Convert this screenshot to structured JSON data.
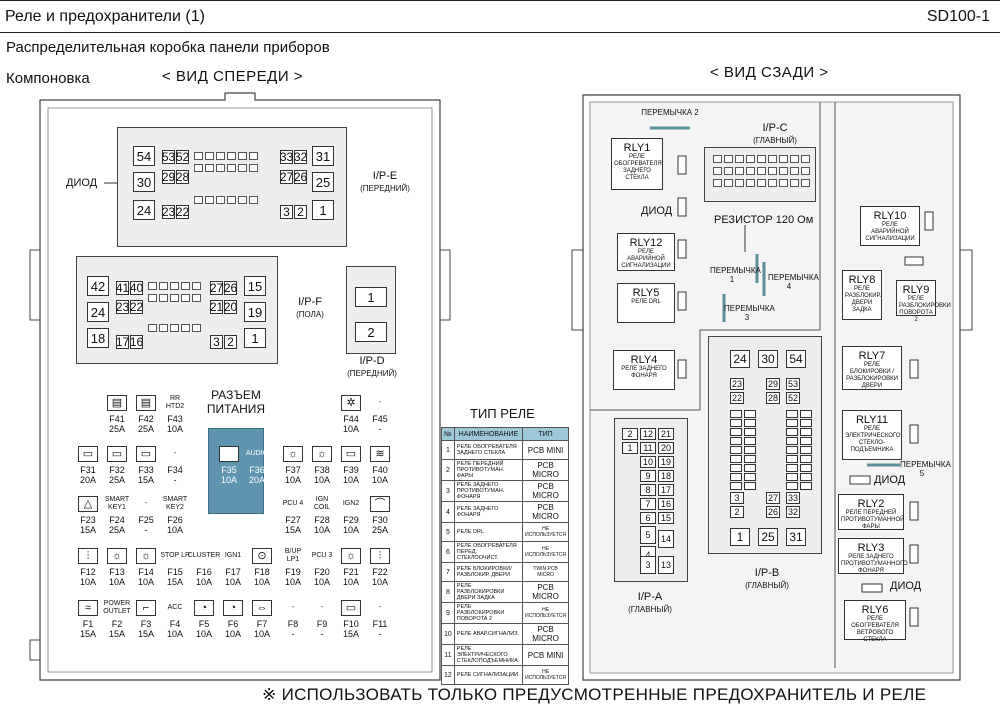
{
  "header": {
    "title": "Реле и предохранители (1)",
    "code": "SD100-1"
  },
  "subtitle": "Распределительная коробка  панели приборов",
  "layout_label": "Компоновка",
  "front": {
    "title": "< ВИД СПЕРЕДИ >",
    "diode": "ДИОД",
    "ip_e": {
      "name": "I/P-E",
      "sub": "(ПЕРЕДНИЙ)",
      "cells": {
        "c54": "54",
        "c53": "53",
        "c52": "52",
        "c33": "33",
        "c32": "32",
        "c31": "31",
        "c30": "30",
        "c29": "29",
        "c28": "28",
        "c27": "27",
        "c26": "26",
        "c25": "25",
        "c24": "24",
        "c23": "23",
        "c22": "22",
        "c3": "3",
        "c2": "2",
        "c1": "1"
      }
    },
    "ip_f": {
      "name": "I/P-F",
      "sub": "(ПОЛА)",
      "cells": {
        "c42": "42",
        "c41": "41",
        "c40": "40",
        "c27": "27",
        "c26": "26",
        "c15": "15",
        "c24": "24",
        "c23": "23",
        "c22": "22",
        "c21": "21",
        "c20": "20",
        "c19": "19",
        "c18": "18",
        "c17": "17",
        "c16": "16",
        "c3": "3",
        "c2": "2",
        "c1": "1"
      }
    },
    "ip_d": {
      "name": "I/P-D",
      "sub": "(ПЕРЕДНИЙ)",
      "c1": "1",
      "c2": "2"
    },
    "power_connector": "РАЗЪЕМ ПИТАНИЯ",
    "fuses": [
      {
        "id": "F41",
        "amp": "25A",
        "sym": "",
        "icon": "window-icon"
      },
      {
        "id": "F42",
        "amp": "25A",
        "sym": "",
        "icon": "window-icon"
      },
      {
        "id": "F43",
        "amp": "10A",
        "sym": "RR HTD2",
        "icon": ""
      },
      {
        "id": "F44",
        "amp": "10A",
        "sym": "",
        "icon": "light-icon"
      },
      {
        "id": "F45",
        "amp": "",
        "sym": "-",
        "icon": ""
      },
      {
        "id": "F31",
        "amp": "20A",
        "sym": "",
        "icon": "fuse-icon"
      },
      {
        "id": "F32",
        "amp": "25A",
        "sym": "",
        "icon": "fuse-icon"
      },
      {
        "id": "F33",
        "amp": "15A",
        "sym": "",
        "icon": "fuse-icon"
      },
      {
        "id": "F34",
        "amp": "",
        "sym": "-",
        "icon": ""
      },
      {
        "id": "F35",
        "amp": "10A",
        "sym": "",
        "icon": "lamp-icon"
      },
      {
        "id": "F36",
        "amp": "20A",
        "sym": "AUDIO",
        "icon": ""
      },
      {
        "id": "F37",
        "amp": "10A",
        "sym": "",
        "icon": "lamp-icon"
      },
      {
        "id": "F38",
        "amp": "10A",
        "sym": "",
        "icon": "lamp-icon"
      },
      {
        "id": "F39",
        "amp": "10A",
        "sym": "",
        "icon": "fuse-icon"
      },
      {
        "id": "F40",
        "amp": "10A",
        "sym": "",
        "icon": "heat-icon"
      },
      {
        "id": "F23",
        "amp": "15A",
        "sym": "",
        "icon": "hazard-icon"
      },
      {
        "id": "F24",
        "amp": "25A",
        "sym": "SMART KEY1",
        "icon": ""
      },
      {
        "id": "F25",
        "amp": "",
        "sym": "-",
        "icon": ""
      },
      {
        "id": "F26",
        "amp": "10A",
        "sym": "SMART KEY2",
        "icon": ""
      },
      {
        "id": "F27",
        "amp": "15A",
        "sym": "PCU 4",
        "icon": ""
      },
      {
        "id": "F28",
        "amp": "10A",
        "sym": "IGN COIL",
        "icon": ""
      },
      {
        "id": "F29",
        "amp": "10A",
        "sym": "IGN2",
        "icon": ""
      },
      {
        "id": "F30",
        "amp": "25A",
        "sym": "",
        "icon": "wiper-icon"
      },
      {
        "id": "F12",
        "amp": "10A",
        "sym": "",
        "icon": "fog-icon"
      },
      {
        "id": "F13",
        "amp": "10A",
        "sym": "",
        "icon": "lamp-icon"
      },
      {
        "id": "F14",
        "amp": "10A",
        "sym": "",
        "icon": "lamp-icon"
      },
      {
        "id": "F15",
        "amp": "15A",
        "sym": "STOP LP",
        "icon": ""
      },
      {
        "id": "F16",
        "amp": "10A",
        "sym": "CLUSTER",
        "icon": ""
      },
      {
        "id": "F17",
        "amp": "10A",
        "sym": "IGN1",
        "icon": ""
      },
      {
        "id": "F18",
        "amp": "10A",
        "sym": "",
        "icon": "abs-icon"
      },
      {
        "id": "F19",
        "amp": "10A",
        "sym": "B/UP LP1",
        "icon": ""
      },
      {
        "id": "F20",
        "amp": "10A",
        "sym": "PCU 3",
        "icon": ""
      },
      {
        "id": "F21",
        "amp": "10A",
        "sym": "",
        "icon": "lamp-icon"
      },
      {
        "id": "F22",
        "amp": "10A",
        "sym": "",
        "icon": "fog-icon"
      },
      {
        "id": "F1",
        "amp": "15A",
        "sym": "",
        "icon": "defrost-icon"
      },
      {
        "id": "F2",
        "amp": "15A",
        "sym": "POWER OUTLET",
        "icon": ""
      },
      {
        "id": "F3",
        "amp": "15A",
        "sym": "",
        "icon": "seat-icon"
      },
      {
        "id": "F4",
        "amp": "10A",
        "sym": "ACC",
        "icon": ""
      },
      {
        "id": "F5",
        "amp": "10A",
        "sym": "",
        "icon": "airbag-icon"
      },
      {
        "id": "F6",
        "amp": "10A",
        "sym": "",
        "icon": "airbag-icon"
      },
      {
        "id": "F7",
        "amp": "10A",
        "sym": "",
        "icon": "turn-icon"
      },
      {
        "id": "F8",
        "amp": "",
        "sym": "-",
        "icon": ""
      },
      {
        "id": "F9",
        "amp": "",
        "sym": "-",
        "icon": ""
      },
      {
        "id": "F10",
        "amp": "15A",
        "sym": "",
        "icon": "mirror-icon"
      },
      {
        "id": "F11",
        "amp": "",
        "sym": "-",
        "icon": ""
      }
    ]
  },
  "relay_types": {
    "title": "ТИП РЕЛЕ",
    "headers": [
      "№",
      "НАИМЕНОВАНИЕ",
      "ТИП"
    ],
    "rows": [
      {
        "n": "1",
        "name": "РЕЛЕ ОБОГРЕВАТЕЛЯ ЗАДНЕГО СТЕКЛА",
        "type": "PCB MINI"
      },
      {
        "n": "2",
        "name": "РЕЛЕ ПЕРЕДНИЙ ПРОТИВОТУМАН. ФАРЫ",
        "type": "PCB MICRO"
      },
      {
        "n": "3",
        "name": "РЕЛЕ ЗАДНЕГО ПРОТИВОТУМАН. ФОНАРЯ",
        "type": "PCB MICRO"
      },
      {
        "n": "4",
        "name": "РЕЛЕ ЗАДНЕГО ФОНАРЯ",
        "type": "PCB MICRO"
      },
      {
        "n": "5",
        "name": "РЕЛЕ DRL",
        "type": "НЕ ИСПОЛЬЗУЕТСЯ"
      },
      {
        "n": "6",
        "name": "РЕЛЕ ОБОГРЕВАТЕЛЯ ПЕРЕД. СТЕКЛООЧИСТ.",
        "type": "НЕ ИСПОЛЬЗУЕТСЯ"
      },
      {
        "n": "7",
        "name": "РЕЛЕ БЛОКИРОВКИ/ РАЗБЛОКИР. ДВЕРИ",
        "type": "TWIN PCB MICRO"
      },
      {
        "n": "8",
        "name": "РЕЛЕ РАЗБЛОКИРОВКИ ДВЕРИ ЗАДКА",
        "type": "PCB MICRO"
      },
      {
        "n": "9",
        "name": "РЕЛЕ РАЗБЛОКИРОВКИ ПОВОРОТА 2",
        "type": "НЕ ИСПОЛЬЗУЕТСЯ"
      },
      {
        "n": "10",
        "name": "РЕЛЕ АВАР.СИГНАЛИЗ.",
        "type": "PCB MICRO"
      },
      {
        "n": "11",
        "name": "РЕЛЕ ЭЛЕКТРИЧЕСКОГО СТЕКЛОПОДЪЕМНИКА",
        "type": "PCB MINI"
      },
      {
        "n": "12",
        "name": "РЕЛЕ СИГНАЛИЗАЦИИ",
        "type": "НЕ ИСПОЛЬЗУЕТСЯ"
      }
    ]
  },
  "rear": {
    "title": "< ВИД СЗАДИ >",
    "jumper2": "ПЕРЕМЫЧКА 2",
    "jumper1": "ПЕРЕМЫЧКА 1",
    "jumper4": "ПЕРЕМЫЧКА 4",
    "jumper3": "ПЕРЕМЫЧКА 3",
    "jumper5": "ПЕРЕМЫЧКА 5",
    "ip_c": {
      "name": "I/P-C",
      "sub": "(ГЛАВНЫЙ)"
    },
    "resistor": "РЕЗИСТОР 120 Ом",
    "diode": "ДИОД",
    "relays": [
      {
        "id": "RLY1",
        "desc": "РЕЛЕ ОБОГРЕВАТЕЛЯ ЗАДНЕГО СТЕКЛА"
      },
      {
        "id": "RLY12",
        "desc": "РЕЛЕ АВАРИЙНОЙ СИГНАЛИЗАЦИИ"
      },
      {
        "id": "RLY5",
        "desc": "РЕЛЕ DRL"
      },
      {
        "id": "RLY4",
        "desc": "РЕЛЕ ЗАДНЕГО ФОНАРЯ"
      },
      {
        "id": "RLY10",
        "desc": "РЕЛЕ АВАРИЙНОЙ СИГНАЛИЗАЦИИ"
      },
      {
        "id": "RLY8",
        "desc": "РЕЛЕ РАЗБЛОКИР. ДВЕРИ ЗАДКА"
      },
      {
        "id": "RLY9",
        "desc": "РЕЛЕ РАЗБЛОКИРОВКИ ПОВОРОТА 2"
      },
      {
        "id": "RLY7",
        "desc": "РЕЛЕ БЛОКИРОВКИ / РАЗБЛОКИРОВКИ ДВЕРИ"
      },
      {
        "id": "RLY11",
        "desc": "РЕЛЕ ЭЛЕКТРИЧЕСКОГО СТЕКЛО-ПОДЪЕМНИКА"
      },
      {
        "id": "RLY2",
        "desc": "РЕЛЕ ПЕРЕДНЕЙ ПРОТИВОТУМАННОЙ ФАРЫ"
      },
      {
        "id": "RLY3",
        "desc": "РЕЛЕ ЗАДНЕГО ПРОТИВОТУМАННОГО ФОНАРЯ"
      },
      {
        "id": "RLY6",
        "desc": "РЕЛЕ ОБОГРЕВАТЕЛЯ ВЕТРОВОГО СТЕКЛА"
      }
    ],
    "ip_b": {
      "name": "I/P-B",
      "sub": "(ГЛАВНЫЙ)",
      "cells": {
        "c24": "24",
        "c30": "30",
        "c54": "54",
        "c23": "23",
        "c29": "29",
        "c53": "53",
        "c22": "22",
        "c28": "28",
        "c52": "52",
        "c3": "3",
        "c27": "27",
        "c33": "33",
        "c2": "2",
        "c26": "26",
        "c32": "32",
        "c1": "1",
        "c25": "25",
        "c31": "31"
      }
    },
    "ip_a": {
      "name": "I/P-A",
      "sub": "(ГЛАВНЫЙ)",
      "cells": [
        "2",
        "12",
        "21",
        "1",
        "11",
        "20",
        "10",
        "19",
        "9",
        "18",
        "8",
        "17",
        "7",
        "16",
        "6",
        "15",
        "5",
        "14",
        "4",
        "3",
        "13"
      ]
    }
  },
  "footer": "※ ИСПОЛЬЗОВАТЬ ТОЛЬКО ПРЕДУСМОТРЕННЫЕ ПРЕДОХРАНИТЕЛЬ И РЕЛЕ"
}
